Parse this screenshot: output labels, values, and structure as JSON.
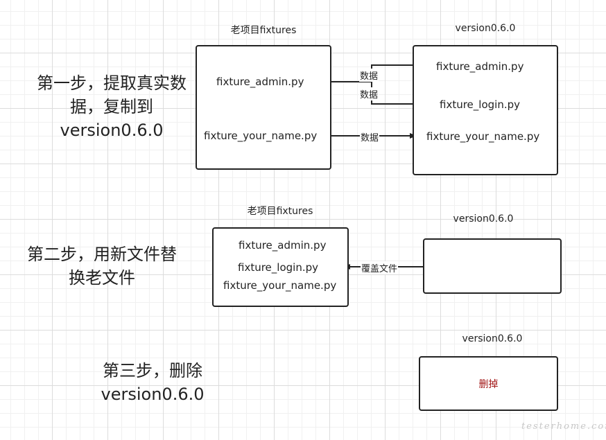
{
  "step1": {
    "lines": [
      "第一步，提取真实数",
      "据，复制到",
      "version0.6.0"
    ],
    "old_title": "老项目fixtures",
    "old_files": [
      "fixture_admin.py",
      "fixture_your_name.py"
    ],
    "new_title": "version0.6.0",
    "new_files": [
      "fixture_admin.py",
      "fixture_login.py",
      "fixture_your_name.py"
    ],
    "arrow_labels": [
      "数据",
      "数据",
      "数据"
    ]
  },
  "step2": {
    "lines": [
      "第二步，用新文件替",
      "换老文件"
    ],
    "old_title": "老项目fixtures",
    "old_files": [
      "fixture_admin.py",
      "fixture_login.py",
      "fixture_your_name.py"
    ],
    "new_title": "version0.6.0",
    "arrow_label": "覆盖文件"
  },
  "step3": {
    "lines": [
      "第三步，删除",
      "version0.6.0"
    ],
    "title": "version0.6.0",
    "box_label": "删掉"
  },
  "watermark": "testerhome.com",
  "colors": {
    "stroke": "#222222",
    "delete_text": "#a21616",
    "grid": "#dcdcdc"
  }
}
